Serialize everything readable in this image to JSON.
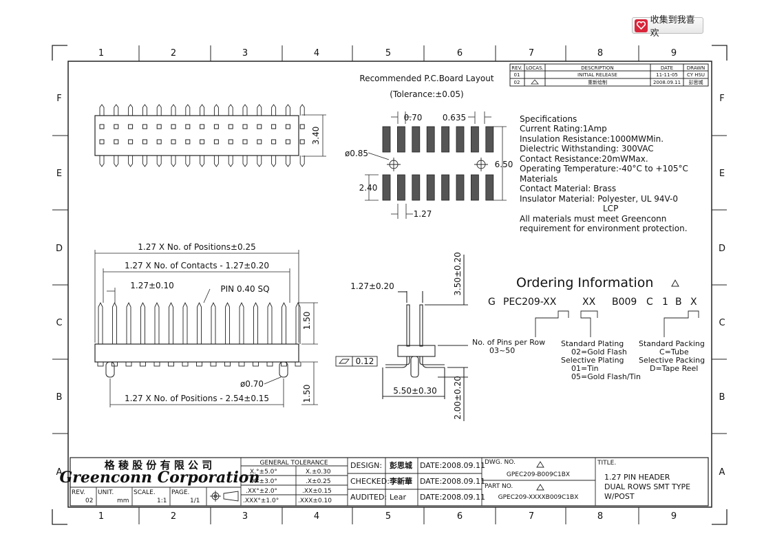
{
  "toolbar": {
    "favorite_label": "收集到我喜欢"
  },
  "frame": {
    "col_labels": [
      "1",
      "2",
      "3",
      "4",
      "5",
      "6",
      "7",
      "8",
      "9"
    ],
    "row_labels": [
      "F",
      "E",
      "D",
      "C",
      "B",
      "A"
    ]
  },
  "revision_table": {
    "headers": {
      "rev": "REV.",
      "locas": "LOCAS.",
      "description": "DESCRIPTION",
      "date": "DATE",
      "drawn": "DRAWN"
    },
    "rows": [
      {
        "rev": "01",
        "locas": "",
        "description": "INITIAL RELEASE",
        "date": "11-11-05",
        "drawn": "CY HSU"
      },
      {
        "rev": "02",
        "locas": "",
        "description": "重新绘制",
        "date": "2008.09.11",
        "drawn": "彭思城"
      }
    ]
  },
  "pcb_layout": {
    "title": "Recommended P.C.Board Layout",
    "tolerance": "(Tolerance:±0.05)",
    "dim_pad_width": "0.70",
    "dim_pad_gap": "0.635",
    "dim_hole": "ø0.85",
    "dim_total": "6.50",
    "dim_pad_len": "2.40",
    "dim_pitch": "1.27"
  },
  "top_view": {
    "height_dim": "3.40"
  },
  "specifications": {
    "lines": [
      "Specifications",
      "Current Rating:1Amp",
      "Insulation Resistance:1000MWMin.",
      "Dielectric Withstanding:   300VAC",
      "Contact Resistance:20mWMax.",
      "Operating Temperature:-40°C to +105°C",
      "Materials",
      "Contact Material: Brass",
      "Insulator Material: Polyester, UL 94V-0",
      "LCP",
      "All materials must meet Greenconn",
      "requirement for environment protection."
    ]
  },
  "front_view": {
    "dim_positions": "1.27 X No. of Positions±0.25",
    "dim_contacts": "1.27 X No. of Contacts - 1.27±0.20",
    "dim_pitch": "1.27±0.10",
    "pin_label": "PIN 0.40 SQ",
    "dim_post_height": "1.50",
    "dim_post_bottom": "1.50",
    "dim_peg": "ø0.70",
    "dim_pegs": "1.27 X No. of Positions - 2.54±0.15"
  },
  "side_view": {
    "dim_row": "1.27±0.20",
    "dim_top": "3.50±0.20",
    "dim_width": "5.50±0.30",
    "dim_bottom": "2.00±0.20",
    "flatness": "0.12"
  },
  "ordering": {
    "title": "Ordering Information",
    "code_parts": [
      "G",
      "PEC209-XX",
      "XX",
      "B009",
      "C",
      "1",
      "B",
      "X"
    ],
    "pins_label": "No. of Pins per Row",
    "pins_range": "03~50",
    "plating_lines": [
      "Standard Plating",
      "02=Gold Flash",
      "Selective Plating",
      "01=Tin",
      "05=Gold Flash/Tin"
    ],
    "packing_lines": [
      "Standard Packing",
      "C=Tube",
      "Selective Packing",
      "D=Tape Reel"
    ]
  },
  "title_block": {
    "company_cn": "格 稜 股 份 有 限 公 司",
    "company_en": "Greenconn Corporation",
    "rev_label": "REV.",
    "rev_value": "02",
    "unit_label": "UNIT.",
    "unit_value": "mm",
    "scale_label": "SCALE.",
    "scale_value": "1:1",
    "page_label": "PAGE.",
    "page_value": "1/1",
    "tolerance_title": "GENERAL TOLERANCE",
    "tolerance_rows": [
      {
        "left": "X.°±5.0°",
        "right": "X.±0.30"
      },
      {
        "left": ".X°±3.0°",
        "right": ".X±0.25"
      },
      {
        "left": ".XX°±2.0°",
        "right": ".XX±0.15"
      },
      {
        "left": ".XXX°±1.0°",
        "right": ".XXX±0.10"
      }
    ],
    "design_label": "DESIGN:",
    "design_value": "彭思城",
    "checked_label": "CHECKED:",
    "checked_value": "李新華",
    "audited_label": "AUDITED:",
    "audited_value": "Lear",
    "date_label": "DATE:",
    "date_value": "2008.09.11",
    "dwg_label": "DWG. NO.",
    "dwg_value": "GPEC209-B009C1BX",
    "part_label": "PART NO.",
    "part_value": "GPEC209-XXXXB009C1BX",
    "title_label": "TITLE.",
    "title_lines": [
      "1.27 PIN HEADER",
      "DUAL ROWS SMT TYPE",
      "W/POST"
    ]
  }
}
